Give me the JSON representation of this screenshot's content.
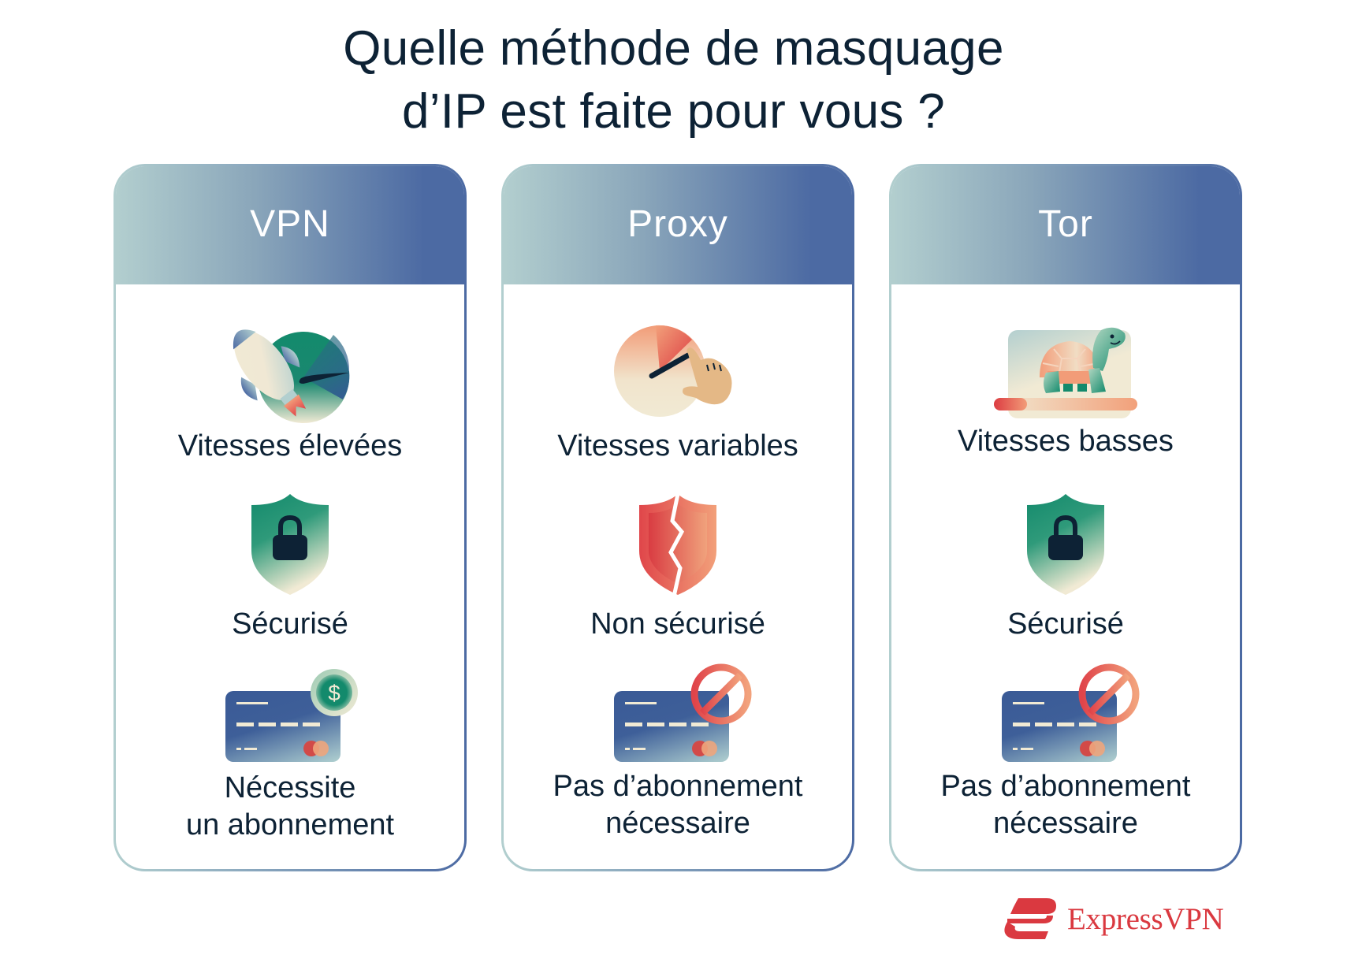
{
  "title": {
    "line1": "Quelle méthode de masquage",
    "line2": "d’IP est faite pour vous ?"
  },
  "columns": [
    {
      "header": "VPN",
      "features": [
        {
          "icon": "rocket-speedometer-icon",
          "label": "Vitesses élevées"
        },
        {
          "icon": "secure-shield-lock-icon",
          "label": "Sécurisé"
        },
        {
          "icon": "credit-card-dollar-icon",
          "label_line1": "Nécessite",
          "label_line2": "un abonnement"
        }
      ]
    },
    {
      "header": "Proxy",
      "features": [
        {
          "icon": "hand-adjusting-speedometer-icon",
          "label": "Vitesses variables"
        },
        {
          "icon": "broken-shield-icon",
          "label": "Non sécurisé"
        },
        {
          "icon": "credit-card-prohibited-icon",
          "label_line1": "Pas d’abonnement",
          "label_line2": "nécessaire"
        }
      ]
    },
    {
      "header": "Tor",
      "features": [
        {
          "icon": "turtle-laptop-icon",
          "label": "Vitesses basses"
        },
        {
          "icon": "secure-shield-lock-icon",
          "label": "Sécurisé"
        },
        {
          "icon": "credit-card-prohibited-icon",
          "label_line1": "Pas d’abonnement",
          "label_line2": "nécessaire"
        }
      ]
    }
  ],
  "brand": {
    "name": "ExpressVPN",
    "color": "#da3940"
  },
  "colors": {
    "header_gradient_start": "#b3cfcf",
    "header_gradient_end": "#4c6aa3",
    "text": "#0d2235",
    "secure_green": "#138a6c",
    "danger_red": "#e04447",
    "card_blue": "#3a5a96"
  }
}
